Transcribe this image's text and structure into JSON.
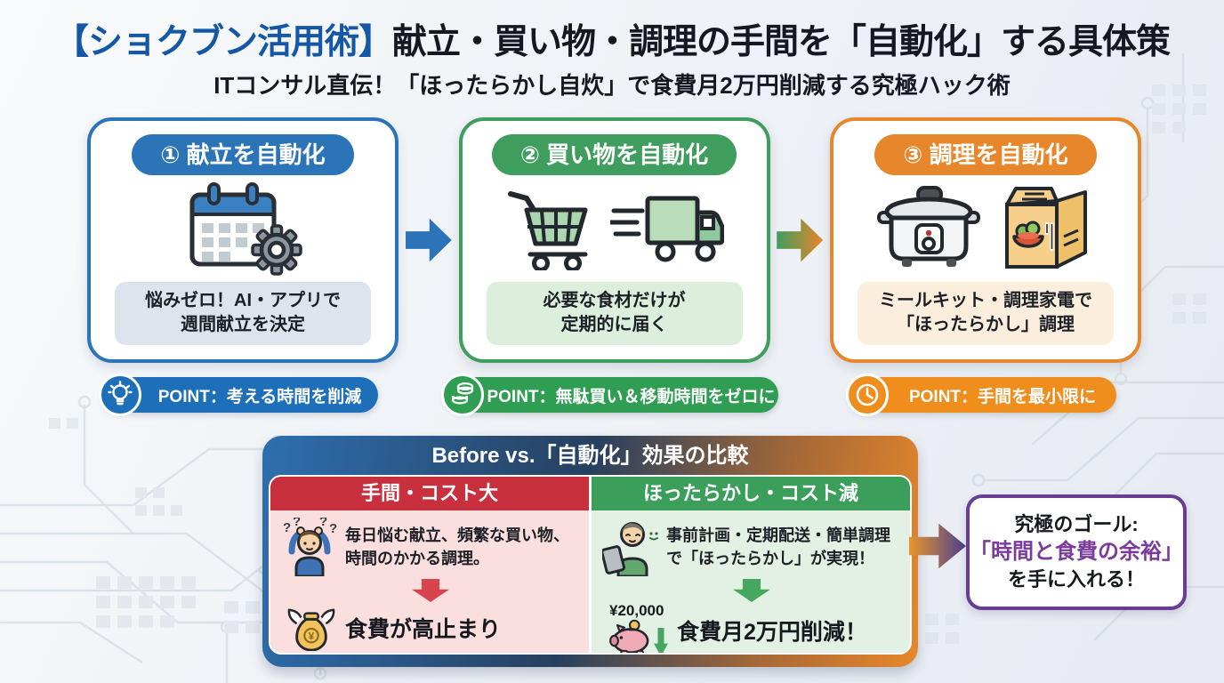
{
  "header": {
    "title_highlight": "【ショクブン活用術】",
    "title_rest": "献立・買い物・調理の手間を「自動化」する具体策",
    "subtitle": "ITコンサル直伝！「ほったらかし自炊」で食費月2万円削減する究極ハック術"
  },
  "steps": [
    {
      "header": "① 献立を自動化",
      "desc_line1": "悩みゼロ！AI・アプリで",
      "desc_line2": "週間献立を決定",
      "icon": "calendar-with-gear",
      "accent_color": "#2b74b8",
      "point_label": "POINT：考える時間を削減",
      "point_icon": "lightbulb",
      "point_color": "#1d6fba"
    },
    {
      "header": "② 買い物を自動化",
      "desc_line1": "必要な食材だけが",
      "desc_line2": "定期的に届く",
      "icon": "shopping-cart-and-delivery-truck",
      "accent_color": "#3f9d5e",
      "point_label": "POINT：無駄買い＆移動時間をゼロに",
      "point_icon": "coins",
      "point_color": "#2f9e53"
    },
    {
      "header": "③ 調理を自動化",
      "desc_line1": "ミールキット・調理家電で",
      "desc_line2": "「ほったらかし」調理",
      "icon": "rice-cooker-and-meal-kit",
      "accent_color": "#e8862b",
      "point_label": "POINT：手間を最小限に",
      "point_icon": "clock",
      "point_color": "#ef8d1d"
    }
  ],
  "comparison": {
    "title": "Before vs.「自動化」効果の比較",
    "before": {
      "header": "手間・コスト大",
      "header_color": "#c9303e",
      "body_line1": "毎日悩む献立、頻繁な買い物、",
      "body_line2": "時間のかかる調理。",
      "result": "食費が高止まり",
      "icon_top": "worried-person",
      "icon_bottom": "money-bag-with-wings"
    },
    "after": {
      "header": "ほったらかし・コスト減",
      "header_color": "#3b9e5a",
      "body_line1": "事前計画・定期配送・簡単調理",
      "body_line2": "で「ほったらかし」が実現！",
      "result": "食費月2万円削減！",
      "amount": "¥20,000",
      "icon_top": "relaxed-person-with-tablet",
      "icon_bottom": "piggy-bank"
    }
  },
  "goal": {
    "line1": "究極のゴール:",
    "line2": "「時間と食費の余裕」",
    "line3": "を手に入れる！",
    "accent_color": "#6a3d94"
  },
  "glyphs": {
    "currency_symbol": "¥",
    "question_mark": "?"
  }
}
